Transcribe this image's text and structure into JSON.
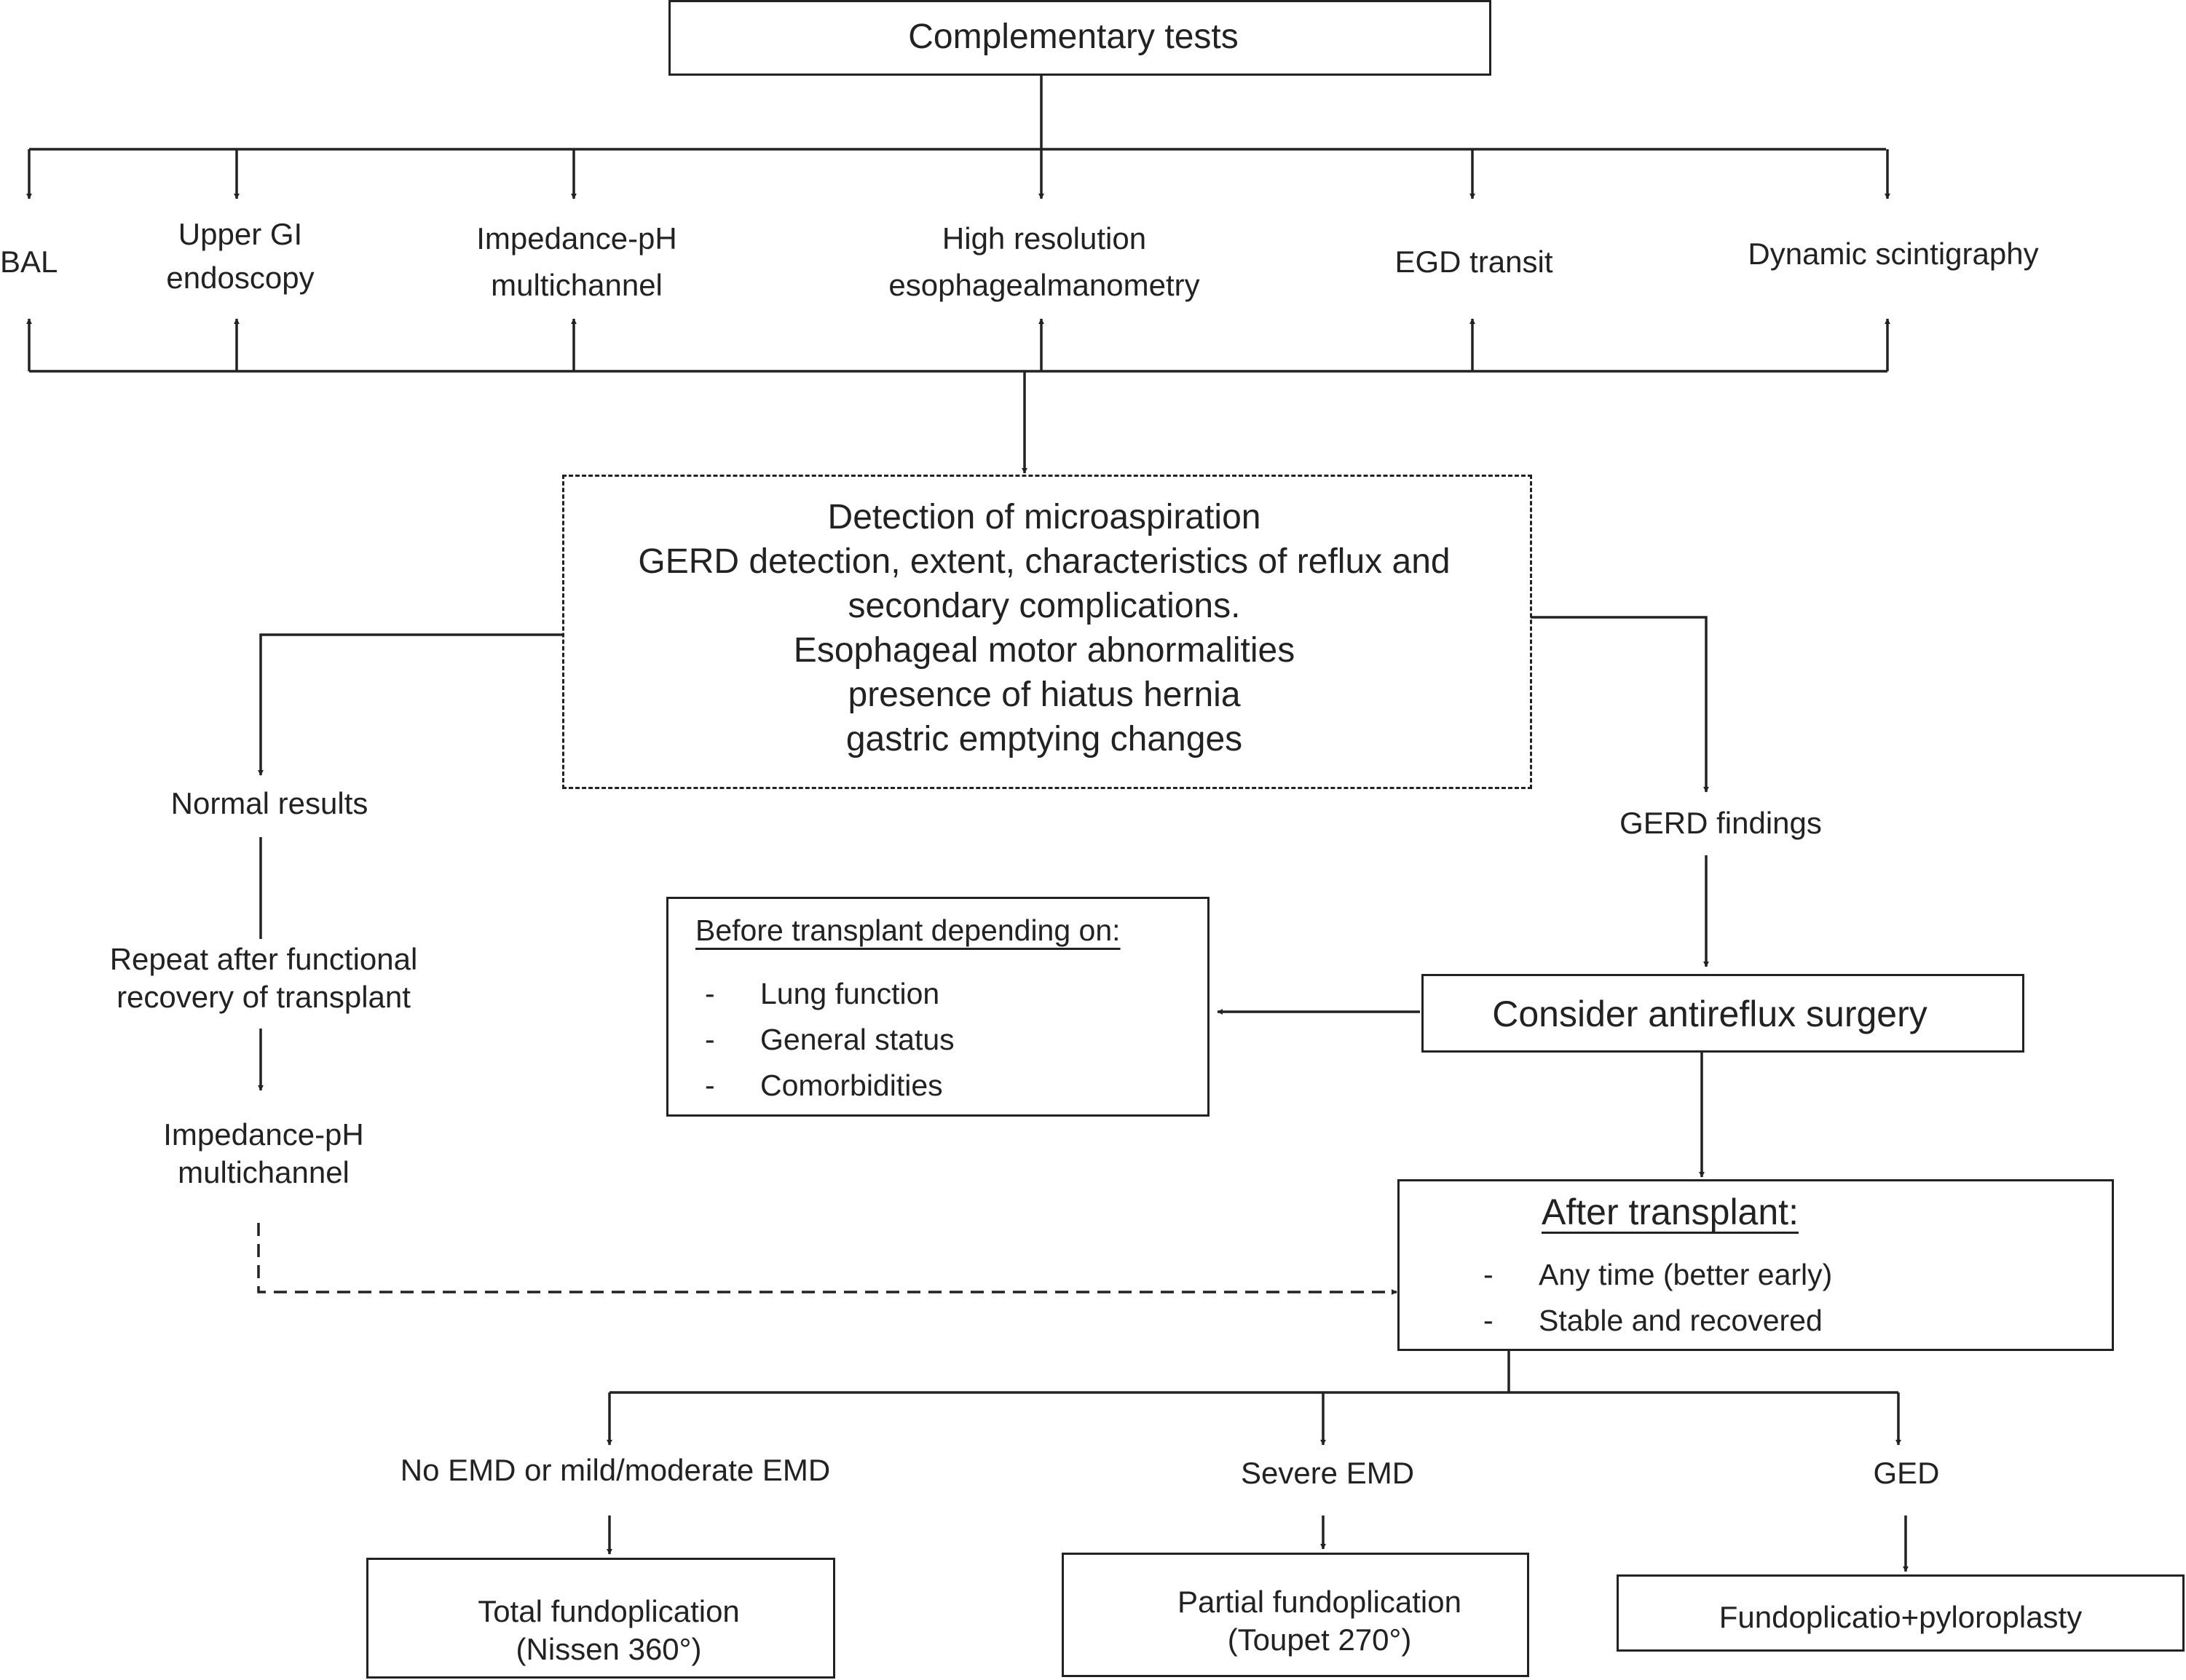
{
  "nodes": {
    "complementary_tests": "Complementary tests",
    "tests": {
      "bal": "BAL",
      "upper_gi": [
        "Upper GI",
        "endoscopy"
      ],
      "impedance": [
        "Impedance-pH",
        "multichannel"
      ],
      "manometry": [
        "High resolution",
        "esophagealmanometry"
      ],
      "egd_transit": "EGD transit",
      "scintigraphy": "Dynamic scintigraphy"
    },
    "detection": [
      "Detection of microaspiration",
      "GERD detection, extent, characteristics of reflux and",
      "secondary complications.",
      "Esophageal motor abnormalities",
      "presence of hiatus hernia",
      "gastric emptying changes"
    ],
    "normal_results": "Normal results",
    "repeat": [
      "Repeat after functional",
      "recovery of transplant"
    ],
    "impedance_repeat": [
      "Impedance-pH",
      "multichannel"
    ],
    "gerd_findings": "GERD findings",
    "before_transplant": {
      "title": "Before transplant depending on:",
      "items": [
        "Lung function",
        "General status",
        "Comorbidities"
      ]
    },
    "consider_surgery": "Consider antireflux surgery",
    "after_transplant": {
      "title": "After transplant:",
      "items": [
        "Any time (better early)",
        "Stable and recovered"
      ]
    },
    "branches": {
      "no_emd": "No EMD or mild/moderate EMD",
      "severe_emd": "Severe EMD",
      "ged": "GED"
    },
    "outcomes": {
      "total": [
        "Total fundoplication",
        "(Nissen 360°)"
      ],
      "partial": [
        "Partial fundoplication",
        "(Toupet 270°)"
      ],
      "pyloro": "Fundoplicatio+pyloroplasty"
    }
  },
  "list_marker": "-"
}
